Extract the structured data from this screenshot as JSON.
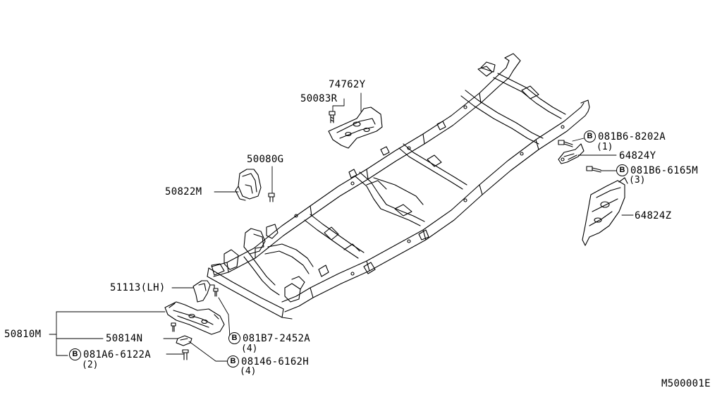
{
  "diagram": {
    "code": "M500001E",
    "bolt_symbol": "B",
    "parts": {
      "p74762Y": "74762Y",
      "p50083R": "50083R",
      "p50080G": "50080G",
      "p50822M": "50822M",
      "p081B6_8202A": "081B6-8202A",
      "p081B6_8202A_qty": "(1)",
      "p64824Y": "64824Y",
      "p081B6_6165M": "081B6-6165M",
      "p081B6_6165M_qty": "(3)",
      "p64824Z": "64824Z",
      "p51113": "51113(LH)",
      "p50810M": "50810M",
      "p50814N": "50814N",
      "p081B7_2452A": "081B7-2452A",
      "p081B7_2452A_qty": "(4)",
      "p081A6_6122A": "081A6-6122A",
      "p081A6_6122A_qty": "(2)",
      "p08146_6162H": "08146-6162H",
      "p08146_6162H_qty": "(4)"
    }
  }
}
